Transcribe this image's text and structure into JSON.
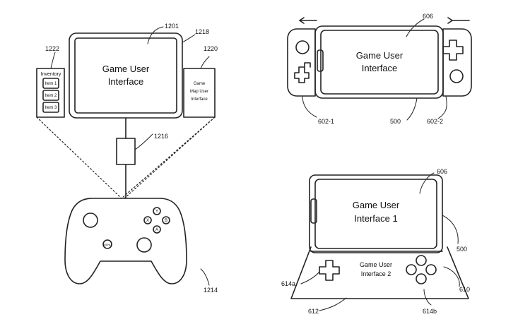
{
  "figure": {
    "top_left": {
      "screen_title_line1": "Game User",
      "screen_title_line2": "Interface",
      "ref_screen": "1201",
      "ref_display": "1218",
      "ref_inventory_panel": "1222",
      "ref_map_panel": "1220",
      "ref_connector": "1216",
      "ref_controller": "1214",
      "inventory_title": "Inventory",
      "inventory_items": [
        "Item 1",
        "Item 2",
        "Item 3"
      ],
      "map_line1": "Game",
      "map_line2": "Map User",
      "map_line3": "Interface",
      "controller_buttons": [
        "Y",
        "X",
        "B",
        "A"
      ],
      "menu_label": "MENU"
    },
    "top_right": {
      "screen_title_line1": "Game User",
      "screen_title_line2": "Interface",
      "ref_screen": "606",
      "ref_left_controller": "602-1",
      "ref_device": "500",
      "ref_right_controller": "602-2"
    },
    "bottom_right": {
      "screen_title_line1": "Game User",
      "screen_title_line2": "Interface 1",
      "base_title_line1": "Game User",
      "base_title_line2": "Interface 2",
      "ref_screen": "606",
      "ref_device": "500",
      "ref_dpad": "614a",
      "ref_buttons": "614b",
      "ref_base": "612",
      "ref_base_right": "610"
    }
  },
  "colors": {
    "stroke": "#222222",
    "background": "#ffffff",
    "text": "#111111"
  }
}
